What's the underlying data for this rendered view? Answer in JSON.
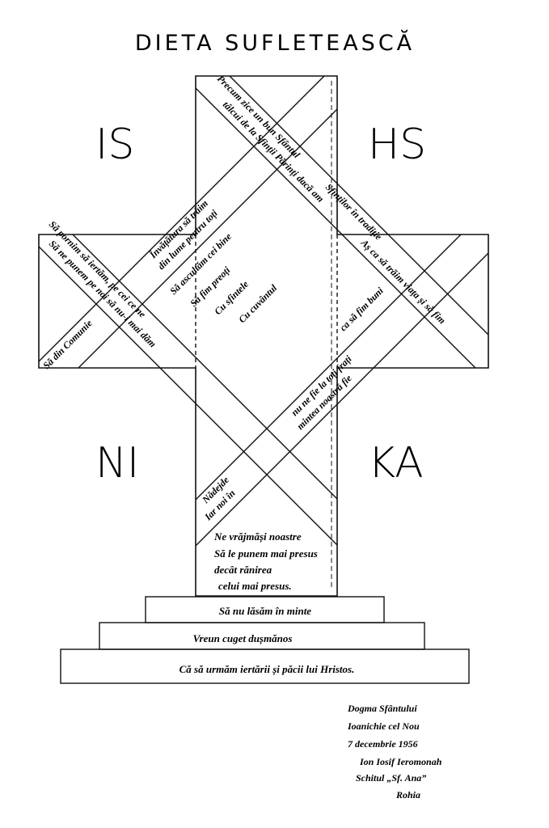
{
  "title": "DIETA SUFLETEASCĂ",
  "monogram": {
    "top_left": "IS",
    "top_right": "HS",
    "bottom_left": "NI",
    "bottom_right": "KA"
  },
  "bands": {
    "a1": "Precum zice un bun Sfântul",
    "a2": "tâlcui de la Sfinții Părinți dacă am",
    "a3": "Sfinților în tradiție",
    "a4": "Aș ca să trăim viața și să fim",
    "b1": "Învățătura să trăim",
    "b2": "din lume pentru toți",
    "b3": "Să ascultăm cei bine",
    "b4": "Cu cuvântul",
    "c1": "Să pornim să iertăm, pe cei ce ne",
    "c2": "Să ne punem pe noi să nu-i mai dăm",
    "c3": "Să din Comunie",
    "d1": "nu ne fie la toți frați",
    "d2": "mintea noastră fie",
    "d3": "Nădejde",
    "d4": "Iar noi în",
    "e1": "Să fim preoți",
    "e2": "Cu sfintele",
    "e3": "ca să fim buni"
  },
  "stem_text": [
    "Ne vrăjmăși noastre",
    "Să le punem mai presus",
    "decât rănirea",
    "celui mai presus."
  ],
  "steps": [
    "Să nu lăsăm în minte",
    "Vreun cuget dușmănos",
    "Că să urmăm iertării și păcii lui Hristos."
  ],
  "signature": [
    "Dogma Sfântului",
    "Ioanichie cel Nou",
    "7 decembrie 1956",
    "Ion Iosif Ieromonah",
    "Schitul „Sf. Ana”",
    "Rohia"
  ]
}
